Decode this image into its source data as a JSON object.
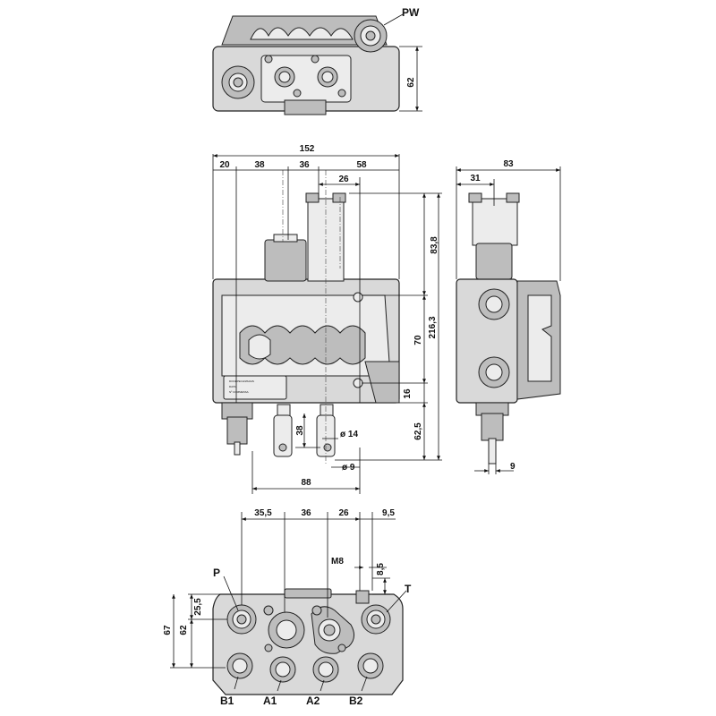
{
  "top_view": {
    "port_label": "PW",
    "dims": {
      "height": "62"
    }
  },
  "front_view": {
    "dims": {
      "total_width": "152",
      "w1": "20",
      "w2": "38",
      "w3": "36",
      "w4": "58",
      "spool_width": "26",
      "h_top": "83,8",
      "h_mid": "70",
      "h_total": "216,3",
      "h_16": "16",
      "h_bottom": "62,5",
      "lever_len": "38",
      "dia_14": "ø 14",
      "dia_9": "ø 9",
      "base_88": "88"
    },
    "plate_lines": [
      "DOCEPECH/WH/HS",
      "DATA",
      "Nº COMMESSA"
    ]
  },
  "side_view": {
    "dims": {
      "width": "83",
      "w31": "31",
      "d9": "9"
    }
  },
  "bottom_view": {
    "dims": {
      "d355": "35,5",
      "d36": "36",
      "d26": "26",
      "d95": "9,5",
      "thread": "M8",
      "d85": "8,5",
      "d255": "25,5",
      "d62": "62",
      "d67": "67"
    },
    "ports": {
      "P": "P",
      "T": "T",
      "B1": "B1",
      "A1": "A1",
      "A2": "A2",
      "B2": "B2"
    }
  }
}
